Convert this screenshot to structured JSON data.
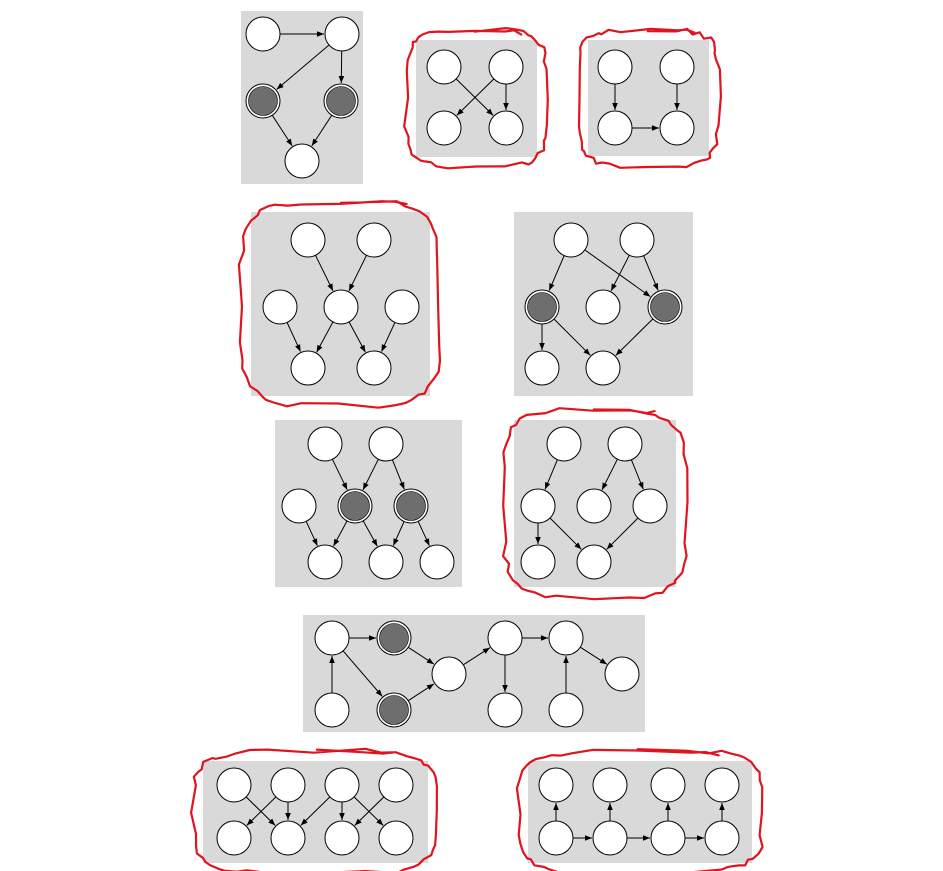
{
  "colors": {
    "background": "#ffffff",
    "panel": "#d9d9d9",
    "node_fill": "#ffffff",
    "observed_fill": "#6e6e6e",
    "node_stroke": "#000000",
    "edge": "#000000",
    "circled_marker": "#e0141e"
  },
  "graphs": [
    {
      "id": "g1",
      "circled": false,
      "nodes": [
        {
          "id": "a",
          "observed": false
        },
        {
          "id": "b",
          "observed": false
        },
        {
          "id": "c",
          "observed": true
        },
        {
          "id": "d",
          "observed": true
        },
        {
          "id": "e",
          "observed": false
        }
      ],
      "edges": [
        [
          "a",
          "b"
        ],
        [
          "b",
          "c"
        ],
        [
          "b",
          "d"
        ],
        [
          "c",
          "e"
        ],
        [
          "d",
          "e"
        ]
      ]
    },
    {
      "id": "g2",
      "circled": true,
      "nodes": [
        {
          "id": "a",
          "observed": false
        },
        {
          "id": "b",
          "observed": false
        },
        {
          "id": "c",
          "observed": false
        },
        {
          "id": "d",
          "observed": false
        }
      ],
      "edges": [
        [
          "a",
          "d"
        ],
        [
          "b",
          "c"
        ],
        [
          "b",
          "d"
        ]
      ]
    },
    {
      "id": "g3",
      "circled": true,
      "nodes": [
        {
          "id": "a",
          "observed": false
        },
        {
          "id": "b",
          "observed": false
        },
        {
          "id": "c",
          "observed": false
        },
        {
          "id": "d",
          "observed": false
        }
      ],
      "edges": [
        [
          "a",
          "c"
        ],
        [
          "b",
          "d"
        ],
        [
          "c",
          "d"
        ]
      ]
    },
    {
      "id": "g4",
      "circled": true,
      "nodes": [
        {
          "id": "a",
          "observed": false
        },
        {
          "id": "b",
          "observed": false
        },
        {
          "id": "c",
          "observed": false
        },
        {
          "id": "d",
          "observed": false
        },
        {
          "id": "e",
          "observed": false
        },
        {
          "id": "f",
          "observed": false
        },
        {
          "id": "g",
          "observed": false
        }
      ],
      "edges": [
        [
          "a",
          "d"
        ],
        [
          "b",
          "d"
        ],
        [
          "c",
          "f"
        ],
        [
          "d",
          "f"
        ],
        [
          "d",
          "g"
        ],
        [
          "e",
          "g"
        ]
      ]
    },
    {
      "id": "g5",
      "circled": false,
      "nodes": [
        {
          "id": "a",
          "observed": false
        },
        {
          "id": "b",
          "observed": false
        },
        {
          "id": "c",
          "observed": true
        },
        {
          "id": "d",
          "observed": false
        },
        {
          "id": "e",
          "observed": true
        },
        {
          "id": "f",
          "observed": false
        },
        {
          "id": "g",
          "observed": false
        }
      ],
      "edges": [
        [
          "a",
          "c"
        ],
        [
          "a",
          "e"
        ],
        [
          "b",
          "d"
        ],
        [
          "b",
          "e"
        ],
        [
          "c",
          "f"
        ],
        [
          "c",
          "g"
        ],
        [
          "e",
          "g"
        ]
      ]
    },
    {
      "id": "g6",
      "circled": false,
      "nodes": [
        {
          "id": "a",
          "observed": false
        },
        {
          "id": "b",
          "observed": false
        },
        {
          "id": "c",
          "observed": false
        },
        {
          "id": "d",
          "observed": true
        },
        {
          "id": "e",
          "observed": true
        },
        {
          "id": "f",
          "observed": false
        },
        {
          "id": "g",
          "observed": false
        },
        {
          "id": "h",
          "observed": false
        }
      ],
      "edges": [
        [
          "a",
          "d"
        ],
        [
          "b",
          "d"
        ],
        [
          "b",
          "e"
        ],
        [
          "c",
          "f"
        ],
        [
          "d",
          "f"
        ],
        [
          "d",
          "g"
        ],
        [
          "e",
          "g"
        ],
        [
          "e",
          "h"
        ]
      ]
    },
    {
      "id": "g7",
      "circled": true,
      "nodes": [
        {
          "id": "a",
          "observed": false
        },
        {
          "id": "b",
          "observed": false
        },
        {
          "id": "c",
          "observed": false
        },
        {
          "id": "d",
          "observed": false
        },
        {
          "id": "e",
          "observed": false
        },
        {
          "id": "f",
          "observed": false
        },
        {
          "id": "g",
          "observed": false
        }
      ],
      "edges": [
        [
          "a",
          "c"
        ],
        [
          "b",
          "d"
        ],
        [
          "b",
          "e"
        ],
        [
          "c",
          "f"
        ],
        [
          "c",
          "g"
        ],
        [
          "e",
          "g"
        ]
      ]
    },
    {
      "id": "g8",
      "circled": false,
      "nodes": [
        {
          "id": "a",
          "observed": false
        },
        {
          "id": "b",
          "observed": true
        },
        {
          "id": "c",
          "observed": false
        },
        {
          "id": "d",
          "observed": false
        },
        {
          "id": "e",
          "observed": false
        },
        {
          "id": "f",
          "observed": false
        },
        {
          "id": "g",
          "observed": true
        },
        {
          "id": "h",
          "observed": false
        },
        {
          "id": "i",
          "observed": false
        },
        {
          "id": "j",
          "observed": false
        }
      ],
      "edges": [
        [
          "f",
          "a"
        ],
        [
          "a",
          "b"
        ],
        [
          "a",
          "g"
        ],
        [
          "b",
          "c"
        ],
        [
          "g",
          "c"
        ],
        [
          "c",
          "d"
        ],
        [
          "d",
          "e"
        ],
        [
          "d",
          "h"
        ],
        [
          "i",
          "e"
        ],
        [
          "e",
          "j"
        ]
      ]
    },
    {
      "id": "g9",
      "circled": true,
      "nodes": [
        {
          "id": "a",
          "observed": false
        },
        {
          "id": "b",
          "observed": false
        },
        {
          "id": "c",
          "observed": false
        },
        {
          "id": "d",
          "observed": false
        },
        {
          "id": "e",
          "observed": false
        },
        {
          "id": "f",
          "observed": false
        },
        {
          "id": "g",
          "observed": false
        },
        {
          "id": "h",
          "observed": false
        }
      ],
      "edges": [
        [
          "a",
          "f"
        ],
        [
          "b",
          "e"
        ],
        [
          "b",
          "f"
        ],
        [
          "c",
          "f"
        ],
        [
          "c",
          "g"
        ],
        [
          "c",
          "h"
        ],
        [
          "d",
          "g"
        ]
      ]
    },
    {
      "id": "g10",
      "circled": true,
      "nodes": [
        {
          "id": "a",
          "observed": false
        },
        {
          "id": "b",
          "observed": false
        },
        {
          "id": "c",
          "observed": false
        },
        {
          "id": "d",
          "observed": false
        },
        {
          "id": "e",
          "observed": false
        },
        {
          "id": "f",
          "observed": false
        },
        {
          "id": "g",
          "observed": false
        },
        {
          "id": "h",
          "observed": false
        }
      ],
      "edges": [
        [
          "e",
          "a"
        ],
        [
          "f",
          "b"
        ],
        [
          "g",
          "c"
        ],
        [
          "h",
          "d"
        ],
        [
          "e",
          "f"
        ],
        [
          "f",
          "g"
        ],
        [
          "g",
          "h"
        ]
      ]
    }
  ]
}
